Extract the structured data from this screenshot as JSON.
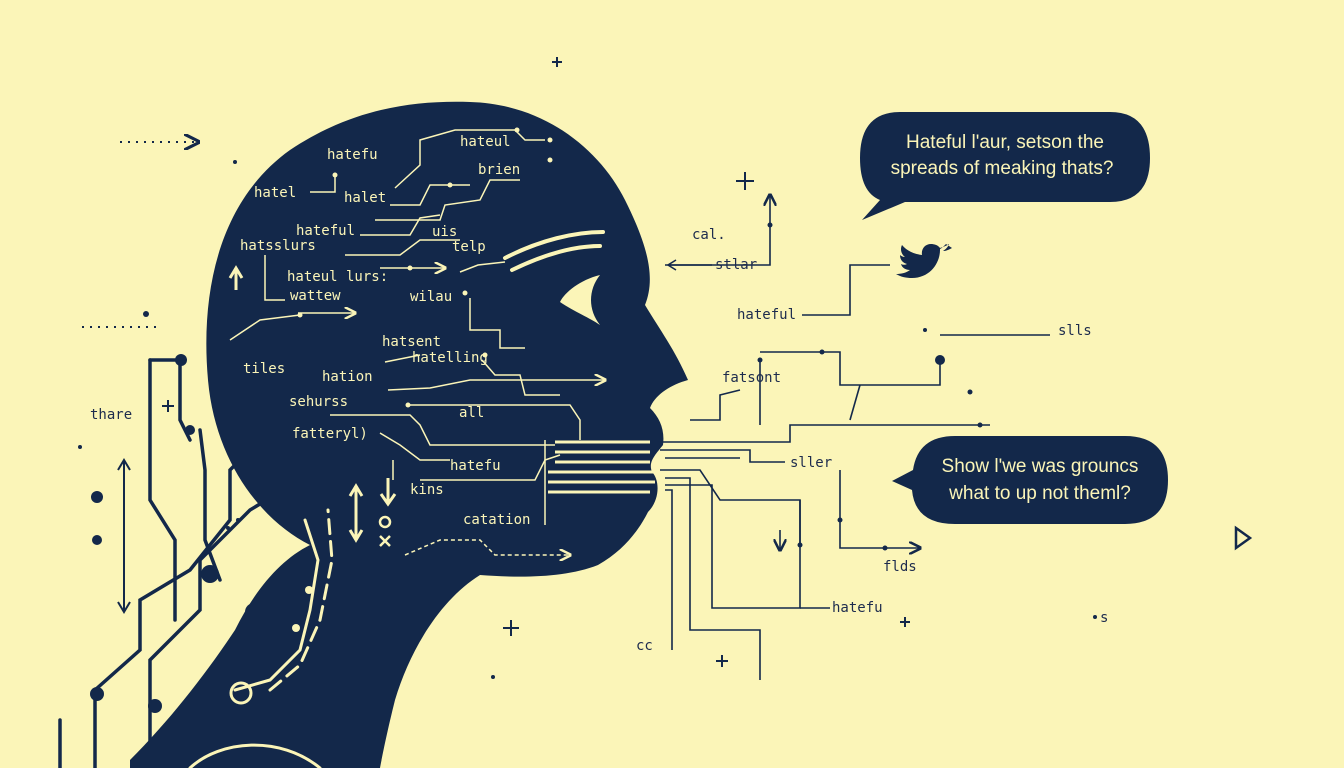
{
  "colors": {
    "background": "#fbf5b8",
    "ink": "#13284a"
  },
  "bubbles": [
    {
      "lines": [
        "Hateful l'aur, setson the",
        "spreads of meaking thats?"
      ]
    },
    {
      "lines": [
        "Show l'we was grouncs",
        "what to up not theml?"
      ]
    }
  ],
  "head_labels": [
    "hatefu",
    "hateul",
    "brien",
    "hatel",
    "halet",
    "hateful",
    "uis",
    "telp",
    "hatsslurs",
    "hateul lurs:",
    "wattew",
    "wilau",
    "hatsent",
    "hatelling",
    "tiles",
    "hation",
    "sehurss",
    "all",
    "fatteryl)",
    "hatefu",
    "kins",
    "catation"
  ],
  "outside_labels": [
    "cal.",
    "stlar",
    "hateful",
    "slls",
    "fatsont",
    "sller",
    "flds",
    "hatefu",
    "thare",
    "s",
    "cc"
  ],
  "icons": [
    "twitter-bird-icon",
    "plus-icon",
    "up-arrow-icon",
    "down-arrow-icon",
    "right-arrow-icon",
    "circle-icon",
    "x-icon",
    "play-triangle-icon"
  ]
}
